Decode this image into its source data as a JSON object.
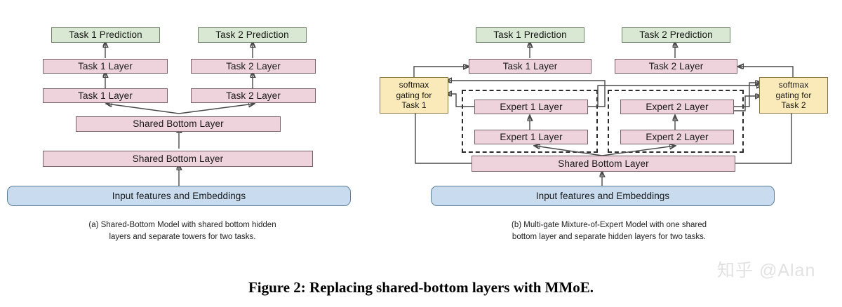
{
  "figure": {
    "title": "Figure 2: Replacing shared-bottom layers with MMoE.",
    "watermark": "知乎 @Alan"
  },
  "panel_a": {
    "caption_line1": "(a) Shared-Bottom Model with shared bottom hidden",
    "caption_line2": "layers and separate towers for two tasks.",
    "nodes": {
      "task1_prediction": "Task 1 Prediction",
      "task2_prediction": "Task 2 Prediction",
      "task1_layer_top": "Task 1 Layer",
      "task1_layer_bottom": "Task 1 Layer",
      "task2_layer_top": "Task 2 Layer",
      "task2_layer_bottom": "Task 2 Layer",
      "shared_bottom_upper": "Shared Bottom Layer",
      "shared_bottom_lower": "Shared Bottom Layer",
      "input": "Input features and Embeddings"
    }
  },
  "panel_b": {
    "caption_line1": "(b) Multi-gate Mixture-of-Expert Model with one shared",
    "caption_line2": "bottom layer and separate hidden layers for two tasks.",
    "nodes": {
      "task1_prediction": "Task 1 Prediction",
      "task2_prediction": "Task 2 Prediction",
      "task1_layer": "Task 1 Layer",
      "task2_layer": "Task 2 Layer",
      "expert1_layer_top": "Expert 1 Layer",
      "expert1_layer_bottom": "Expert 1 Layer",
      "expert2_layer_top": "Expert 2 Layer",
      "expert2_layer_bottom": "Expert 2 Layer",
      "shared_bottom": "Shared Bottom Layer",
      "input": "Input features and Embeddings"
    },
    "gating_left": {
      "line1": "softmax",
      "line2": "gating for",
      "line3": "Task 1"
    },
    "gating_right": {
      "line1": "softmax",
      "line2": "gating for",
      "line3": "Task 2"
    }
  },
  "colors": {
    "pink": "#eed3dd",
    "green": "#d9e8d2",
    "blue": "#c9dcef",
    "yellow": "#fbeab9",
    "stroke": "#4a4a4a",
    "dashed": "#2b2b2b",
    "watermark": "#e2e2e2"
  }
}
